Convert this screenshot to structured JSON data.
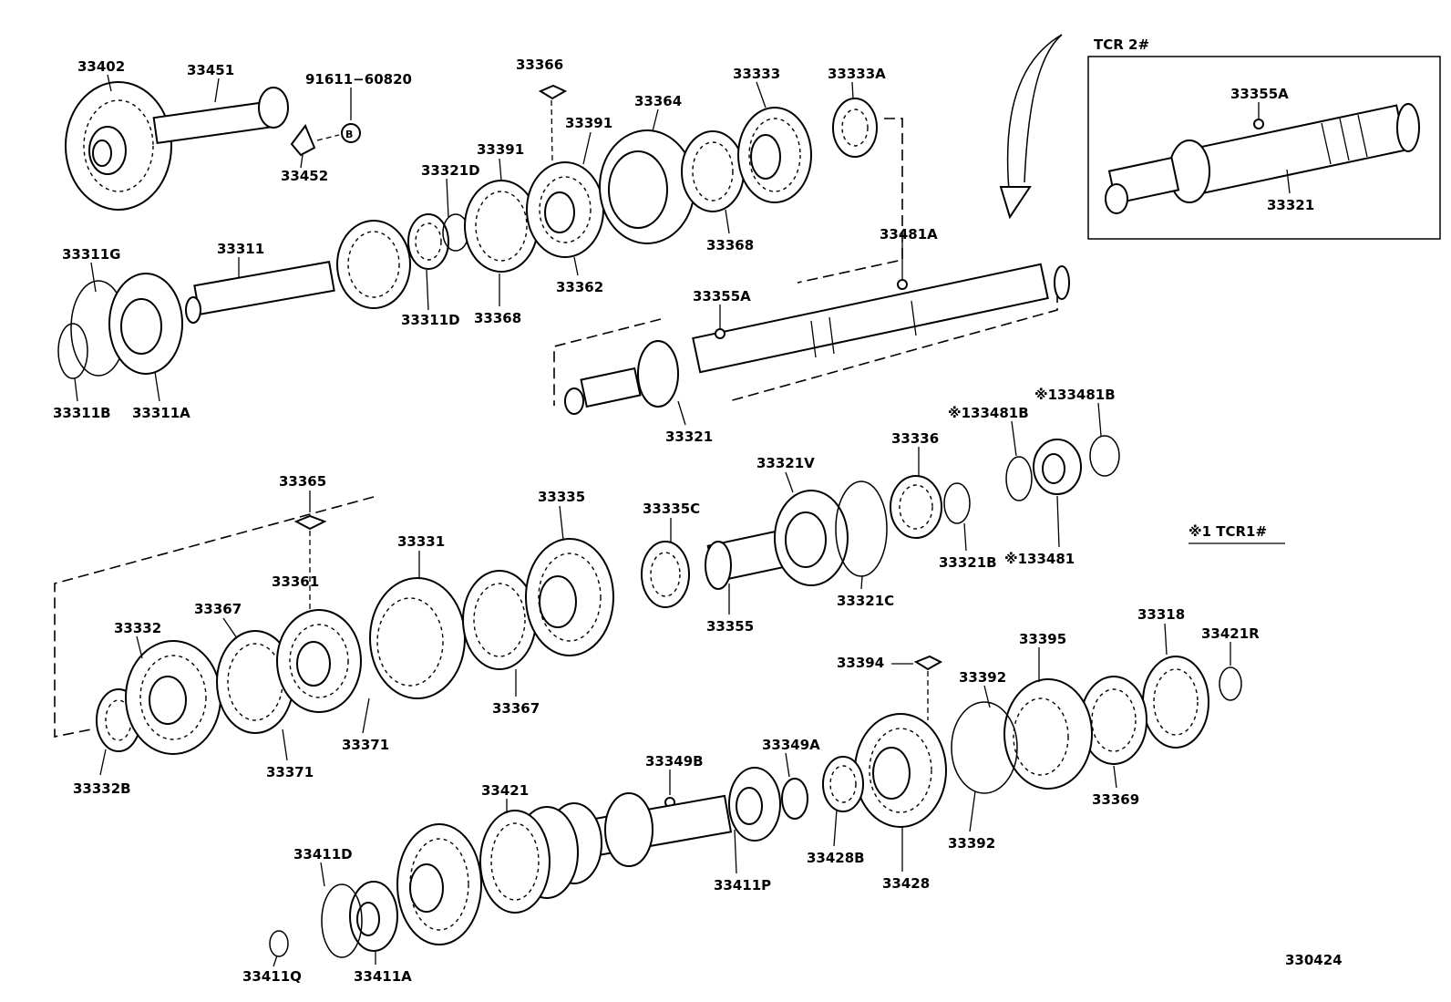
{
  "diagram_id": "330424",
  "inset_title": "TCR 2#",
  "footnote": "※1 TCR1#",
  "labels": {
    "p33402": "33402",
    "p33451": "33451",
    "p91611": "91611−60820",
    "p33452": "33452",
    "p33366": "33366",
    "p33364": "33364",
    "p33333": "33333",
    "p33333A": "33333A",
    "p33391a": "33391",
    "p33391b": "33391",
    "p33321D": "33321D",
    "p33311G": "33311G",
    "p33311": "33311",
    "p33368a": "33368",
    "p33368b": "33368",
    "p33362": "33362",
    "p33311D": "33311D",
    "p33311B": "33311B",
    "p33311A": "33311A",
    "p33481A": "33481A",
    "p33355A_main": "33355A",
    "p33321_main": "33321",
    "p33355A_inset": "33355A",
    "p33321_inset": "33321",
    "p133481B_a": "※133481B",
    "p133481B_b": "※133481B",
    "p33336": "33336",
    "p33321V": "33321V",
    "p33365": "33365",
    "p33335": "33335",
    "p33335C": "33335C",
    "p33331": "33331",
    "p33361": "33361",
    "p33332": "33332",
    "p33367a": "33367",
    "p33367b": "33367",
    "p33355": "33355",
    "p33321C": "33321C",
    "p33321B": "33321B",
    "p133481": "※133481",
    "p33318": "33318",
    "p33421R": "33421R",
    "p33395": "33395",
    "p33394": "33394",
    "p33392a": "33392",
    "p33392b": "33392",
    "p33369": "33369",
    "p33371a": "33371",
    "p33371b": "33371",
    "p33332B": "33332B",
    "p33349B": "33349B",
    "p33349A": "33349A",
    "p33421": "33421",
    "p33428B": "33428B",
    "p33428": "33428",
    "p33411P": "33411P",
    "p33411D": "33411D",
    "p33411Q": "33411Q",
    "p33411A": "33411A"
  }
}
